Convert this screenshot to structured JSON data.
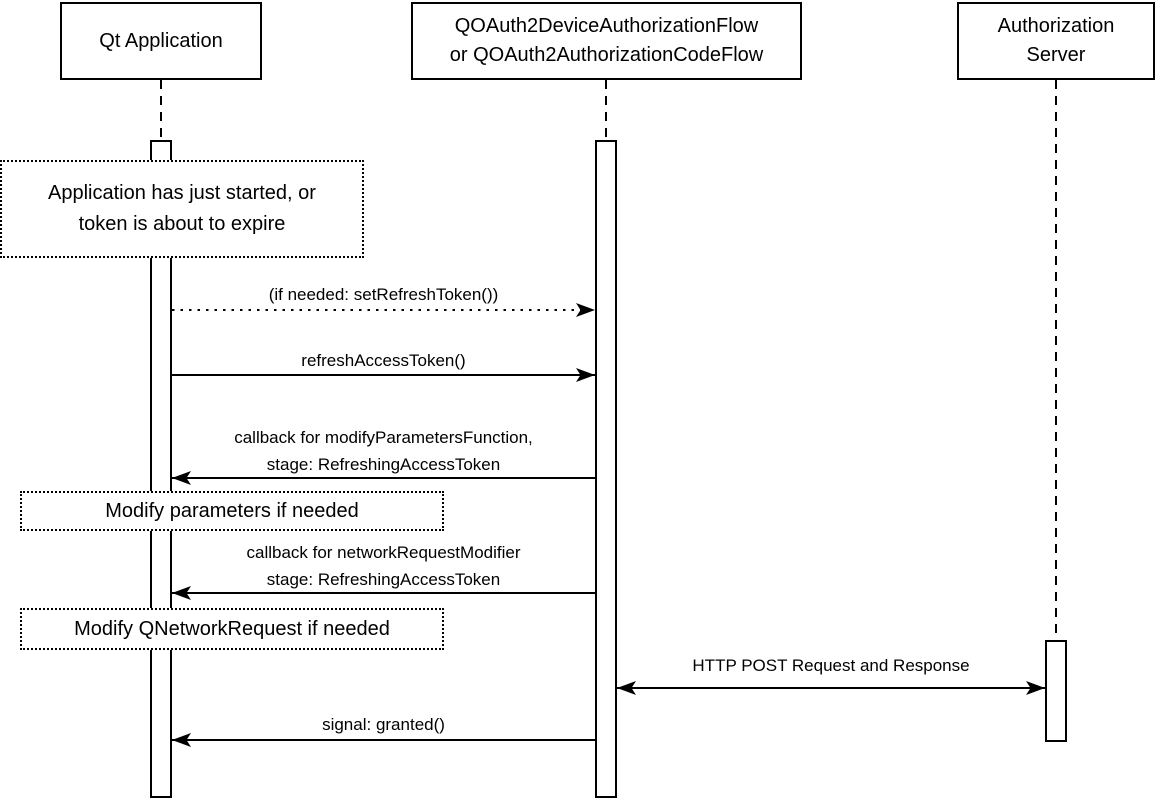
{
  "diagram": {
    "type": "uml-sequence-diagram",
    "colors": {
      "line": "#000000",
      "background": "#ffffff",
      "text": "#000000"
    },
    "participants": [
      {
        "label": "Qt Application",
        "lines": [
          "Qt Application"
        ]
      },
      {
        "label": "QOAuth2DeviceAuthorizationFlow or QOAuth2AuthorizationCodeFlow",
        "lines": [
          "QOAuth2DeviceAuthorizationFlow",
          "or QOAuth2AuthorizationCodeFlow"
        ]
      },
      {
        "label": "Authorization Server",
        "lines": [
          "Authorization",
          "Server"
        ]
      }
    ],
    "notes": [
      {
        "label": "Application has just started, or token is about to expire",
        "lines": [
          "Application has just started, or",
          "token is about to expire"
        ]
      },
      {
        "label": "Modify parameters if needed",
        "lines": [
          "Modify parameters if needed"
        ]
      },
      {
        "label": "Modify QNetworkRequest if needed",
        "lines": [
          "Modify QNetworkRequest if needed"
        ]
      }
    ],
    "messages": [
      {
        "from": "Qt Application",
        "to": "QOAuth2DeviceAuthorizationFlow or QOAuth2AuthorizationCodeFlow",
        "style": "dotted",
        "direction": "right",
        "lines": [
          "(if needed: setRefreshToken())"
        ]
      },
      {
        "from": "Qt Application",
        "to": "QOAuth2DeviceAuthorizationFlow or QOAuth2AuthorizationCodeFlow",
        "style": "solid",
        "direction": "right",
        "lines": [
          "refreshAccessToken()"
        ]
      },
      {
        "from": "QOAuth2DeviceAuthorizationFlow or QOAuth2AuthorizationCodeFlow",
        "to": "Qt Application",
        "style": "solid",
        "direction": "left",
        "lines": [
          "callback for modifyParametersFunction,",
          "stage: RefreshingAccessToken"
        ]
      },
      {
        "from": "QOAuth2DeviceAuthorizationFlow or QOAuth2AuthorizationCodeFlow",
        "to": "Qt Application",
        "style": "solid",
        "direction": "left",
        "lines": [
          "callback for networkRequestModifier",
          "stage: RefreshingAccessToken"
        ]
      },
      {
        "from": "QOAuth2DeviceAuthorizationFlow or QOAuth2AuthorizationCodeFlow",
        "to": "Authorization Server",
        "style": "solid",
        "direction": "both",
        "lines": [
          "HTTP POST Request and Response"
        ]
      },
      {
        "from": "QOAuth2DeviceAuthorizationFlow or QOAuth2AuthorizationCodeFlow",
        "to": "Qt Application",
        "style": "solid",
        "direction": "left",
        "lines": [
          "signal: granted()"
        ]
      }
    ]
  }
}
